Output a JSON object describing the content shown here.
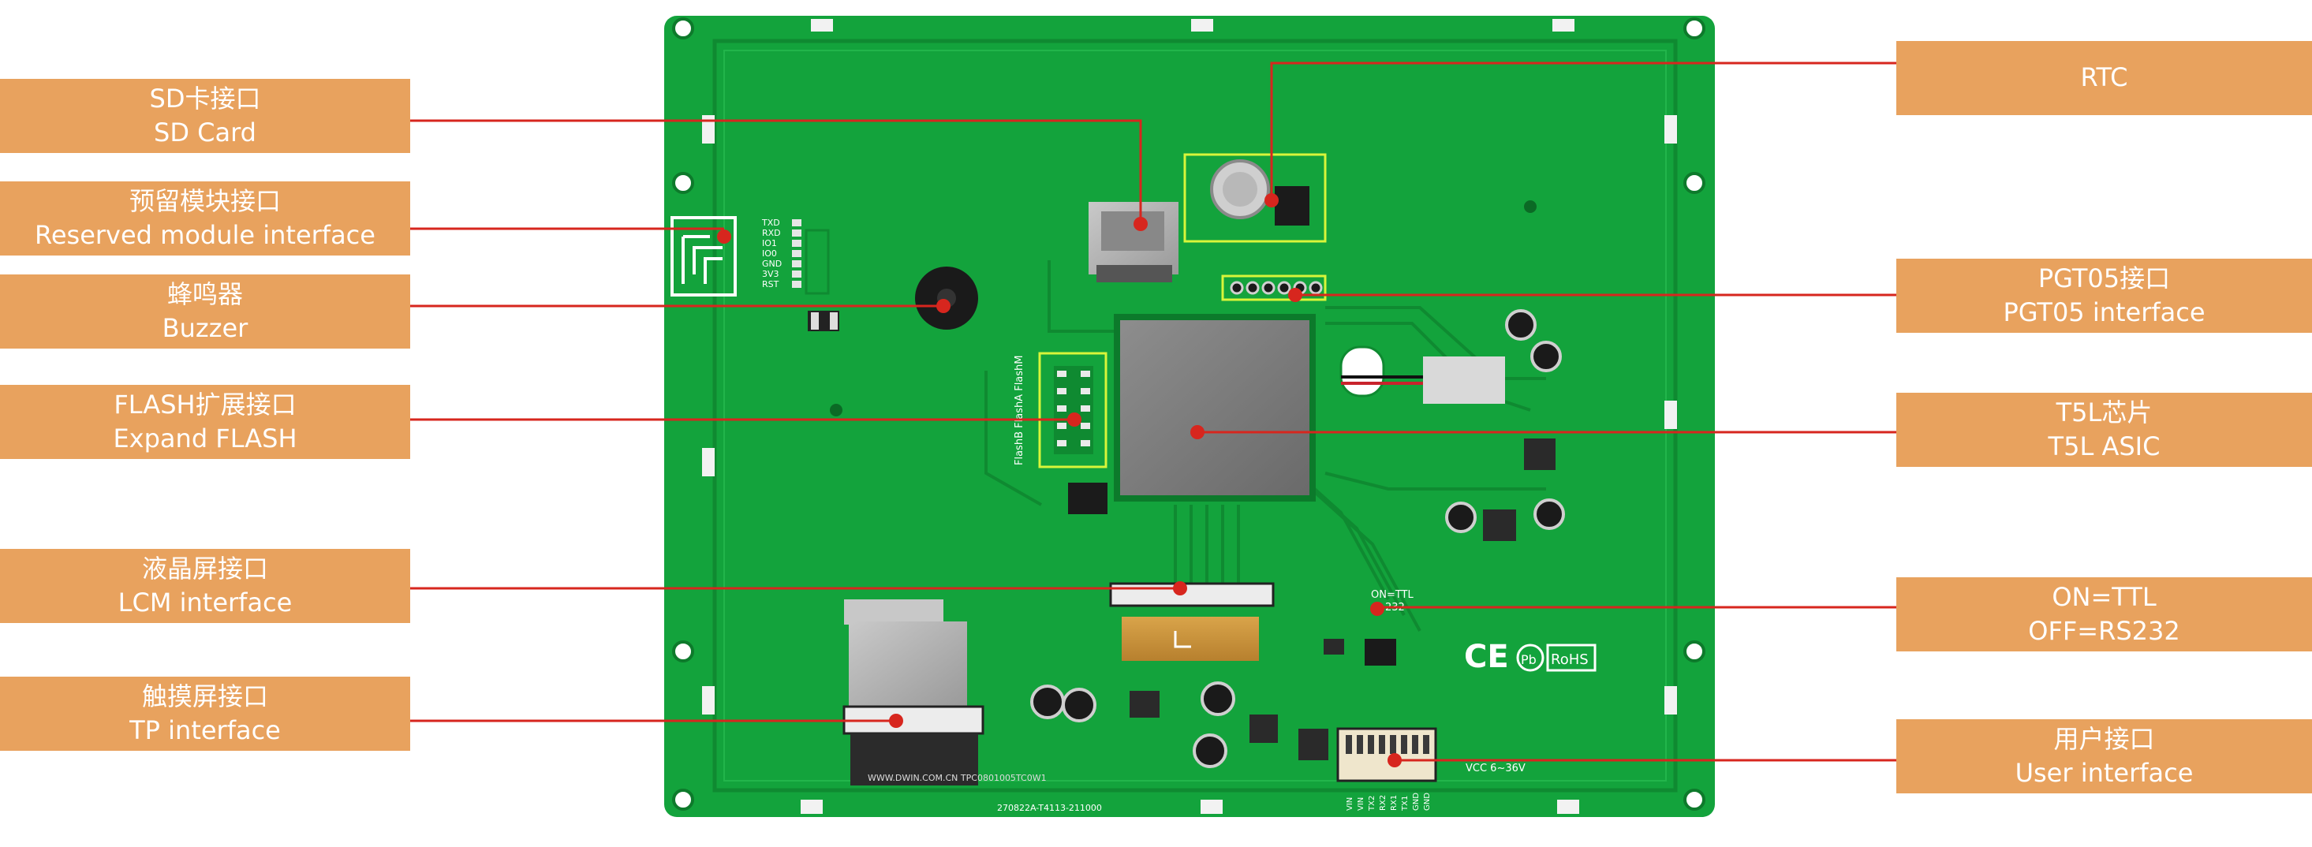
{
  "colors": {
    "label_bg": "#E8A25E",
    "label_text": "#FFFFFF",
    "leader_line": "#D7261E",
    "pcb_green": "#13A33C",
    "pcb_dark_green": "#0F8A31",
    "highlight": "#D8F53A",
    "asic": "#7E7E7E"
  },
  "labels": {
    "sd_card": {
      "zh": "SD卡接口",
      "en": "SD Card"
    },
    "reserved_module": {
      "zh": "预留模块接口",
      "en": "Reserved module interface"
    },
    "buzzer": {
      "zh": "蜂鸣器",
      "en": "Buzzer"
    },
    "flash": {
      "zh": "FLASH扩展接口",
      "en": "Expand FLASH"
    },
    "lcm": {
      "zh": "液晶屏接口",
      "en": "LCM interface"
    },
    "tp": {
      "zh": "触摸屏接口",
      "en": "TP interface"
    },
    "rtc": {
      "en": "RTC"
    },
    "pgt05": {
      "zh": "PGT05接口",
      "en": "PGT05 interface"
    },
    "t5l": {
      "zh": "T5L芯片",
      "en": "T5L ASIC"
    },
    "ttl": {
      "line1": "ON=TTL",
      "line2": "OFF=RS232"
    },
    "user": {
      "zh": "用户接口",
      "en": "User interface"
    }
  },
  "board": {
    "uart_pins": [
      "TXD",
      "RXD",
      "IO1",
      "IO0",
      "GND",
      "3V3",
      "RST"
    ],
    "flash_text": "FlashB FlashA FlashM",
    "ttl_mark": "ON=TTL",
    "ttl_sub": "232",
    "cert_marks": {
      "ce": "CE",
      "pb": "Pb",
      "rohs": "RoHS"
    },
    "power_text": "VCC  6~36V",
    "user_pins": [
      "VIN",
      "VIN",
      "TX2",
      "RX2",
      "RX1",
      "TX1",
      "GND",
      "GND"
    ],
    "serial_bottom": "270822A-T4113-211000",
    "cable_text": "WWW.DWIN.COM.CN     TPC0801005TC0W1"
  }
}
